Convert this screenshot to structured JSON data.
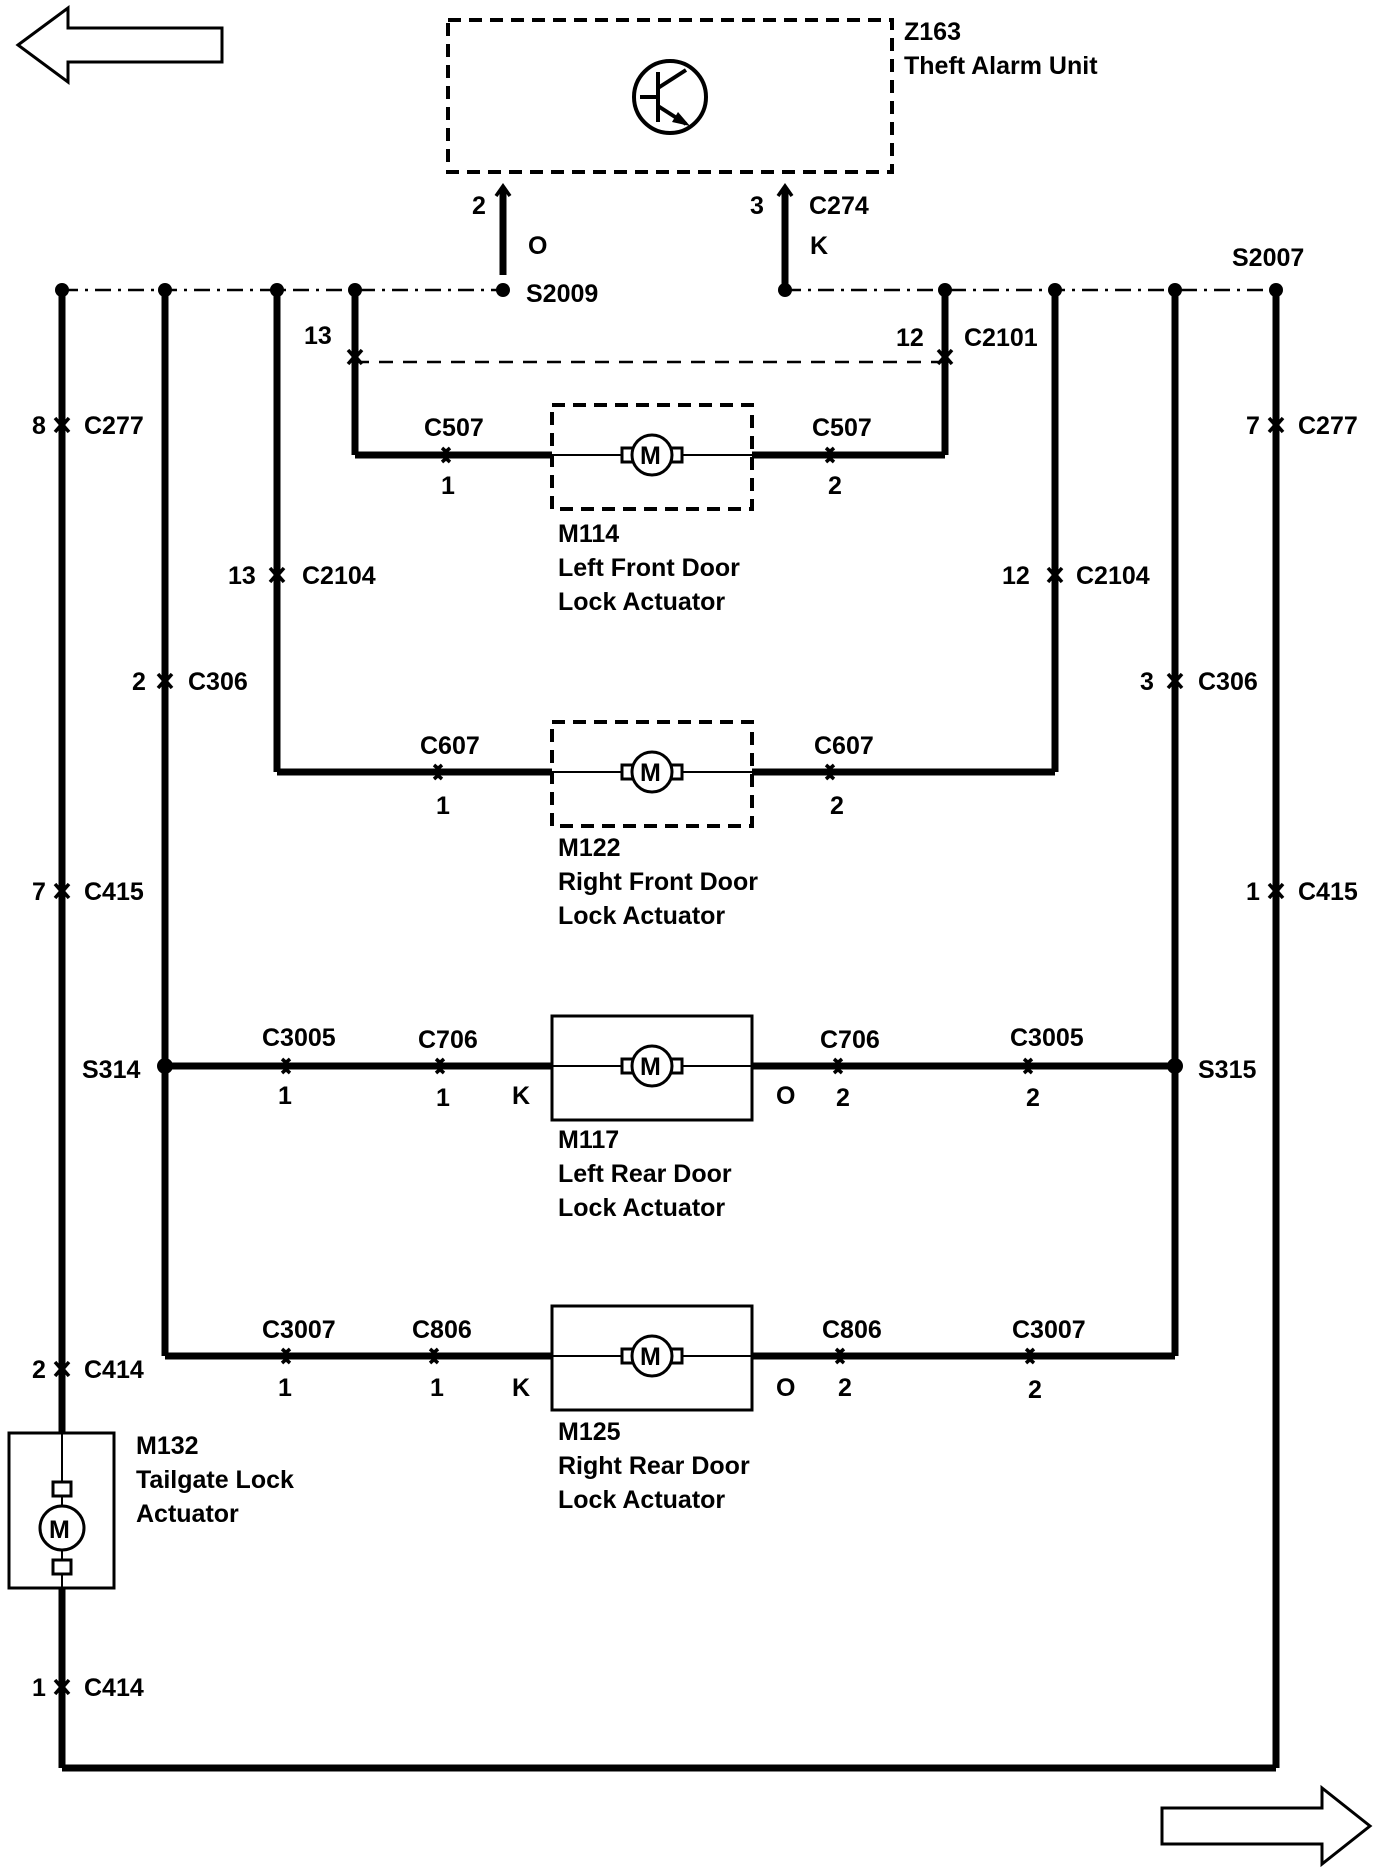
{
  "components": {
    "z163": {
      "ref": "Z163",
      "name": "Theft Alarm Unit"
    },
    "m114": {
      "ref": "M114",
      "line1": "Left Front Door",
      "line2": "Lock Actuator"
    },
    "m122": {
      "ref": "M122",
      "line1": "Right Front Door",
      "line2": "Lock Actuator"
    },
    "m117": {
      "ref": "M117",
      "line1": "Left Rear Door",
      "line2": "Lock Actuator"
    },
    "m125": {
      "ref": "M125",
      "line1": "Right Rear Door",
      "line2": "Lock Actuator"
    },
    "m132": {
      "ref": "M132",
      "line1": "Tailgate Lock",
      "line2": "Actuator"
    }
  },
  "motor_symbol": "M",
  "splices": {
    "s2009": "S2009",
    "s2007": "S2007",
    "s314": "S314",
    "s315": "S315"
  },
  "wire_colors": {
    "orange": "O",
    "black": "K"
  },
  "connectors": {
    "c274": {
      "name": "C274",
      "pin_left": "2",
      "pin_right": "3"
    },
    "c2101": {
      "name": "C2101",
      "pin_left": "13",
      "pin_right": "12"
    },
    "c277_left": {
      "name": "C277",
      "pin": "8"
    },
    "c277_right": {
      "name": "C277",
      "pin": "7"
    },
    "c507_left": {
      "name": "C507",
      "pin": "1"
    },
    "c507_right": {
      "name": "C507",
      "pin": "2"
    },
    "c2104_left": {
      "name": "C2104",
      "pin": "13"
    },
    "c2104_right": {
      "name": "C2104",
      "pin": "12"
    },
    "c306_left": {
      "name": "C306",
      "pin": "2"
    },
    "c306_right": {
      "name": "C306",
      "pin": "3"
    },
    "c607_left": {
      "name": "C607",
      "pin": "1"
    },
    "c607_right": {
      "name": "C607",
      "pin": "2"
    },
    "c415_left": {
      "name": "C415",
      "pin": "7"
    },
    "c415_right": {
      "name": "C415",
      "pin": "1"
    },
    "c3005_left": {
      "name": "C3005",
      "pin": "1"
    },
    "c3005_right": {
      "name": "C3005",
      "pin": "2"
    },
    "c706_left": {
      "name": "C706",
      "pin": "1"
    },
    "c706_right": {
      "name": "C706",
      "pin": "2"
    },
    "c3007_left": {
      "name": "C3007",
      "pin": "1"
    },
    "c3007_right": {
      "name": "C3007",
      "pin": "2"
    },
    "c806_left": {
      "name": "C806",
      "pin": "1"
    },
    "c806_right": {
      "name": "C806",
      "pin": "2"
    },
    "c414_top": {
      "name": "C414",
      "pin": "2"
    },
    "c414_bottom": {
      "name": "C414",
      "pin": "1"
    }
  }
}
